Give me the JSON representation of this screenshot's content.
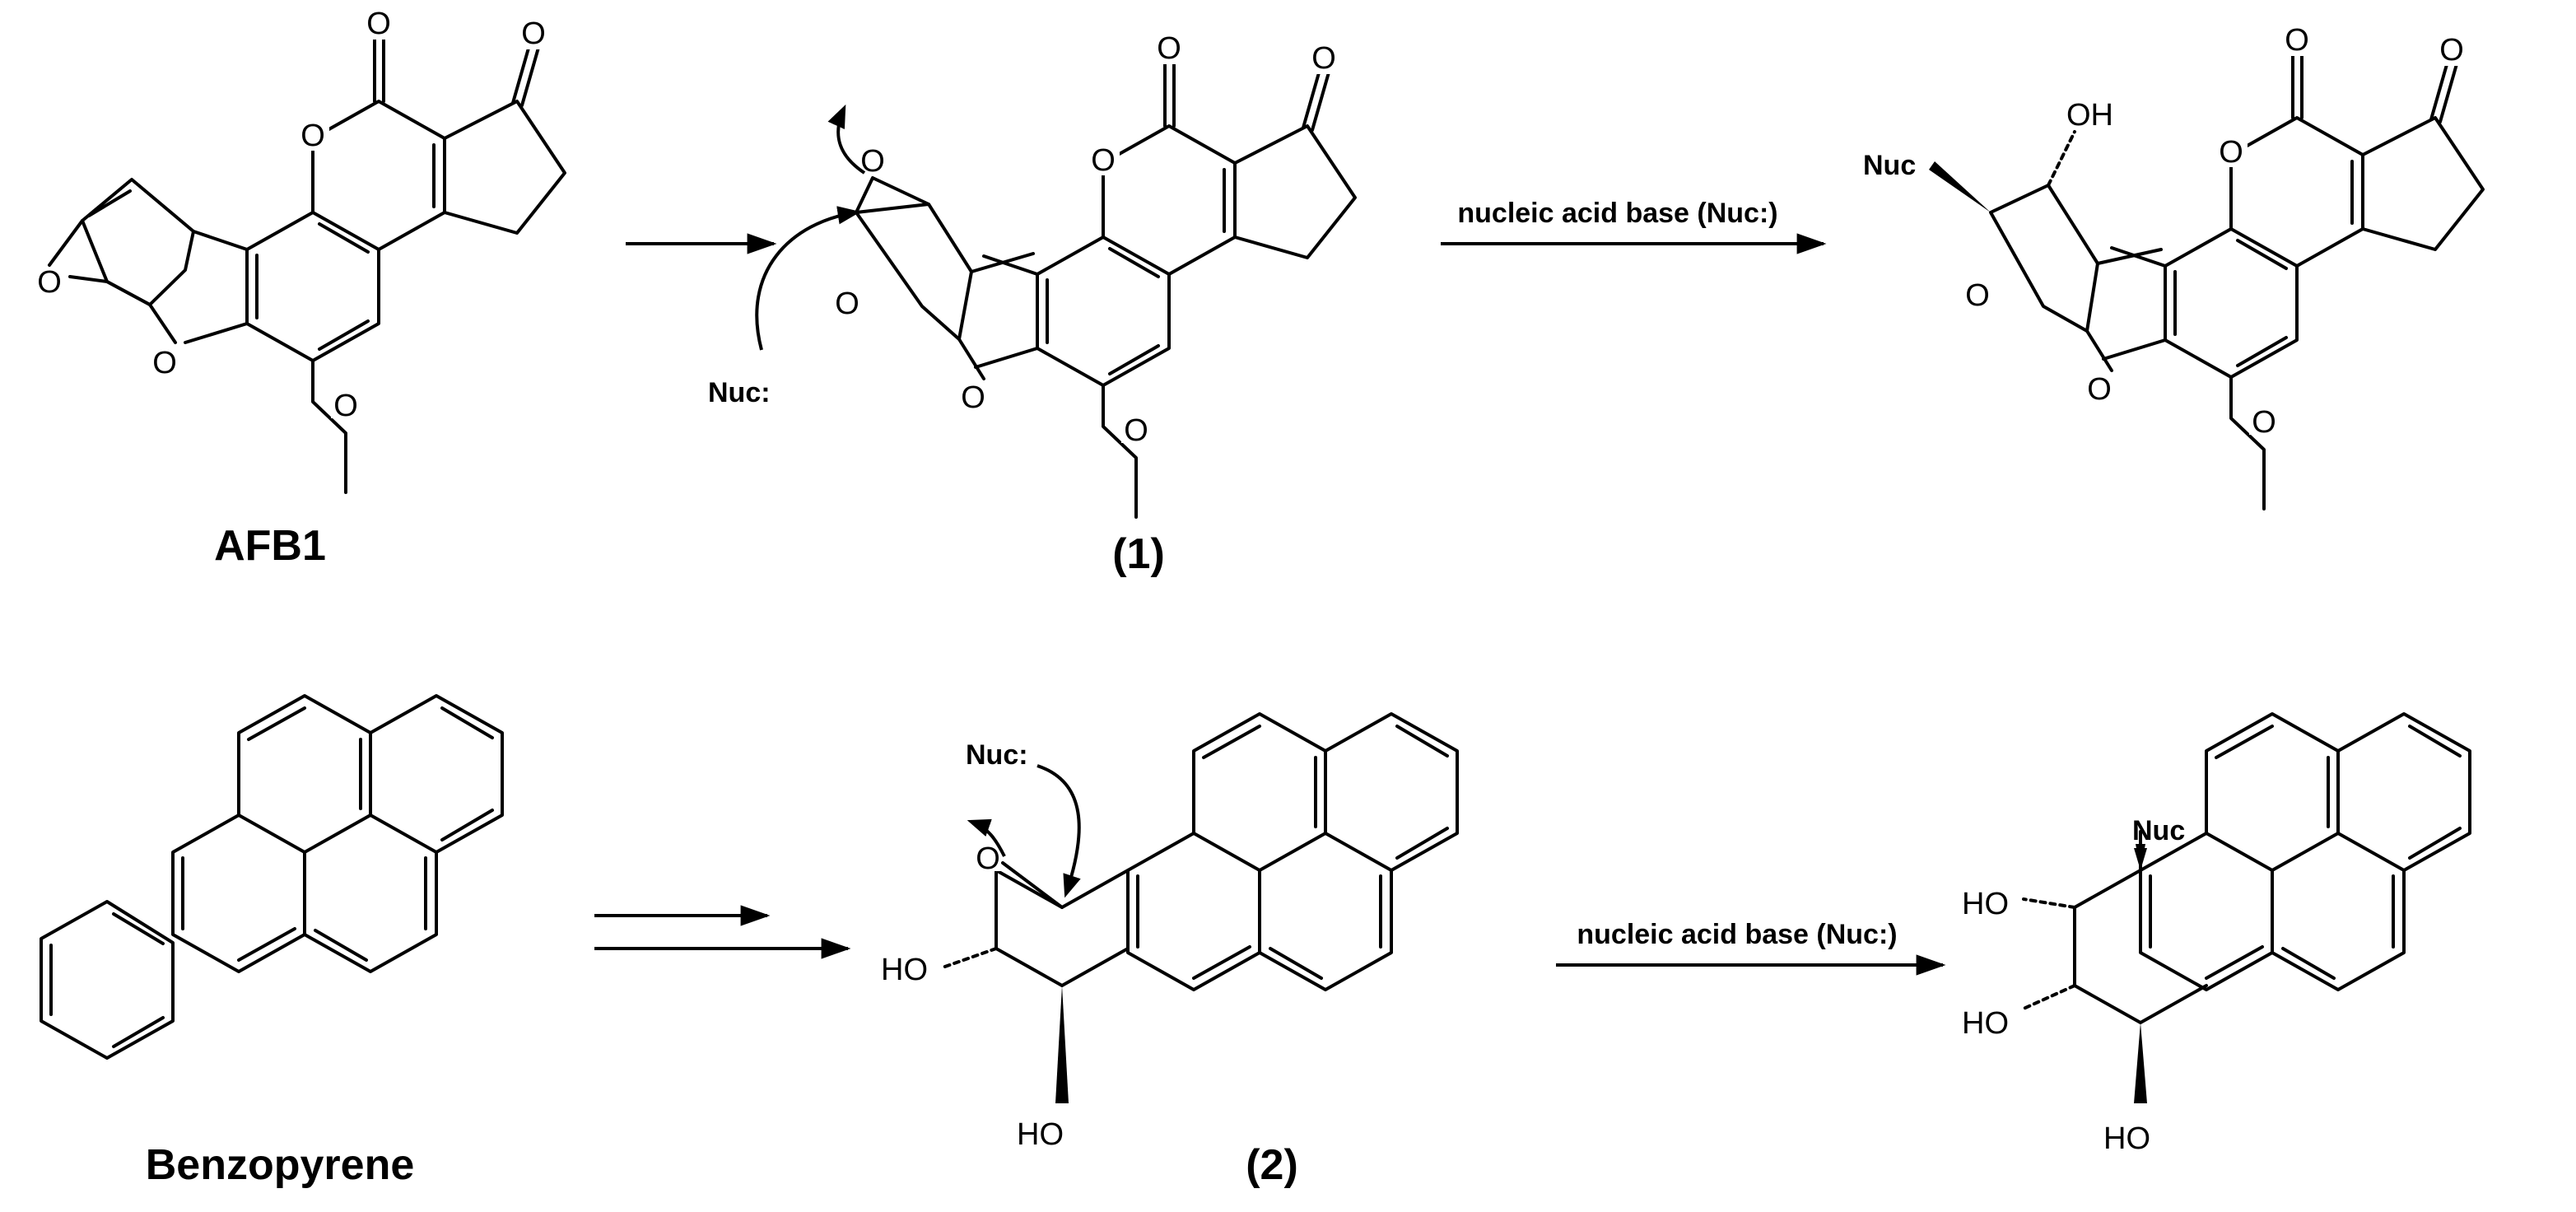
{
  "labels": {
    "afb1": "AFB1",
    "intermediate_1": "(1)",
    "benzopyrene": "Benzopyrene",
    "intermediate_2": "(2)"
  },
  "reagents": {
    "top": "nucleic acid base (Nuc:)",
    "bottom": "nucleic acid base (Nuc:)"
  },
  "atoms": {
    "O": "O",
    "OH": "OH",
    "HO": "HO",
    "Nuc": "Nuc",
    "Nuc_colon": "Nuc:"
  }
}
